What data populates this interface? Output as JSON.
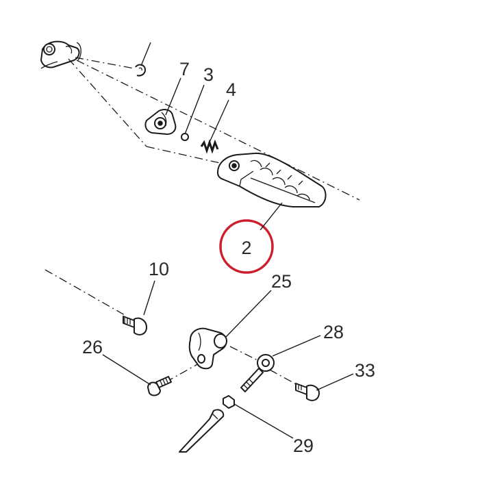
{
  "callouts": {
    "c7": "7",
    "c3": "3",
    "c4": "4",
    "c2": "2",
    "c10": "10",
    "c25": "25",
    "c28": "28",
    "c26": "26",
    "c33": "33",
    "c29": "29"
  },
  "highlight": {
    "part": "2",
    "color": "#cc1f2d"
  }
}
